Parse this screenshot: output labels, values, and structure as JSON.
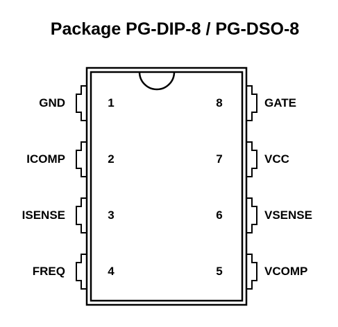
{
  "title": "Package PG-DIP-8 / PG-DSO-8",
  "pins_left": [
    {
      "number": "1",
      "name": "GND"
    },
    {
      "number": "2",
      "name": "ICOMP"
    },
    {
      "number": "3",
      "name": "ISENSE"
    },
    {
      "number": "4",
      "name": "FREQ"
    }
  ],
  "pins_right": [
    {
      "number": "8",
      "name": "GATE"
    },
    {
      "number": "7",
      "name": "VCC"
    },
    {
      "number": "6",
      "name": "VSENSE"
    },
    {
      "number": "5",
      "name": "VCOMP"
    }
  ],
  "colors": {
    "line": "#000000",
    "text": "#000000",
    "background": "#ffffff"
  }
}
